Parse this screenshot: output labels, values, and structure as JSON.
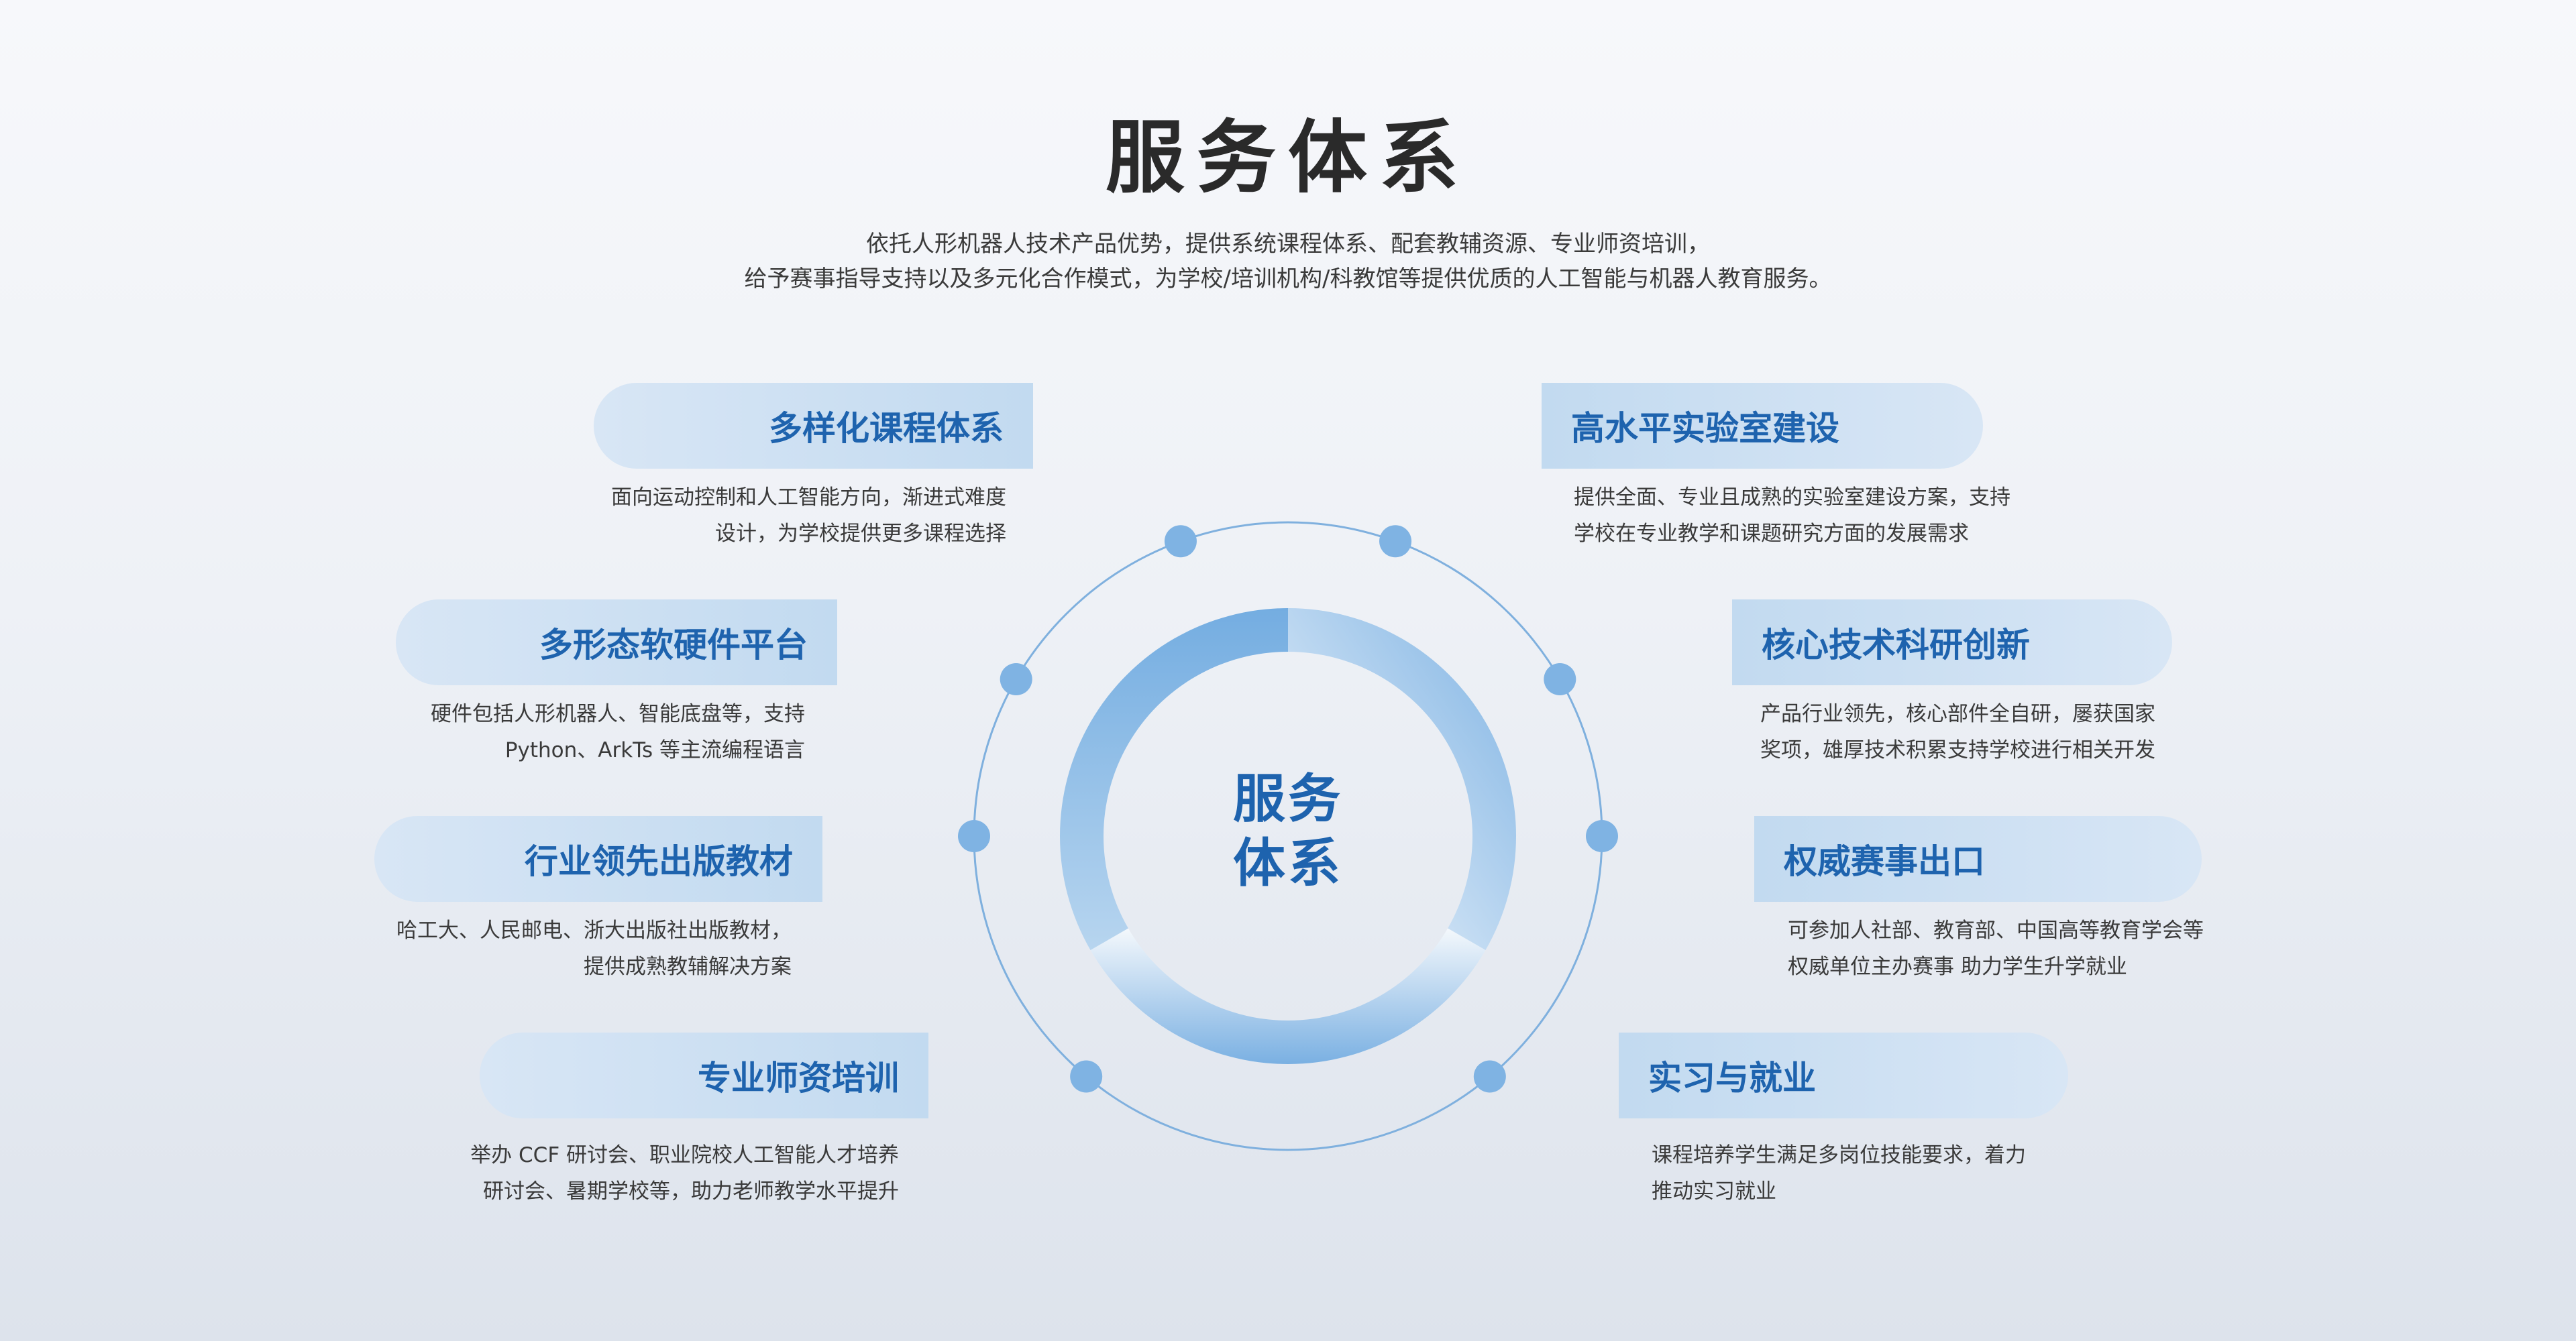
{
  "page": {
    "title": "服务体系",
    "intro": [
      "依托人形机器人技术产品优势，提供系统课程体系、配套教辅资源、专业师资培训，",
      "给予赛事指导支持以及多元化合作模式，为学校/培训机构/科教馆等提供优质的人工智能与机器人教育服务。"
    ]
  },
  "center": {
    "line1": "服务",
    "line2": "体系"
  },
  "services_left": [
    {
      "title": "多样化课程体系",
      "desc": [
        "面向运动控制和人工智能方向，渐进式难度",
        "设计，为学校提供更多课程选择"
      ]
    },
    {
      "title": "多形态软硬件平台",
      "desc": [
        "硬件包括人形机器人、智能底盘等，支持",
        "Python、ArkTs 等主流编程语言"
      ]
    },
    {
      "title": "行业领先出版教材",
      "desc": [
        "哈工大、人民邮电、浙大出版社出版教材，",
        "提供成熟教辅解决方案"
      ]
    },
    {
      "title": "专业师资培训",
      "desc": [
        "举办 CCF 研讨会、职业院校人工智能人才培养",
        "研讨会、暑期学校等，助力老师教学水平提升"
      ]
    }
  ],
  "services_right": [
    {
      "title": "高水平实验室建设",
      "desc": [
        "提供全面、专业且成熟的实验室建设方案，支持",
        "学校在专业教学和课题研究方面的发展需求"
      ]
    },
    {
      "title": "核心技术科研创新",
      "desc": [
        "产品行业领先，核心部件全自研，屡获国家",
        "奖项，雄厚技术积累支持学校进行相关开发"
      ]
    },
    {
      "title": "权威赛事出口",
      "desc": [
        "可参加人社部、教育部、中国高等教育学会等",
        "权威单位主办赛事 助力学生升学就业"
      ]
    },
    {
      "title": "实习与就业",
      "desc": [
        "课程培养学生满足多岗位技能要求，着力",
        "推动实习就业"
      ]
    }
  ],
  "colors": {
    "accent": "#1e63ae",
    "ring_outline": "#7fb0de",
    "dot": "#7fb3e3",
    "pill_light": "#d8e6f5",
    "pill_dark": "#c2daf0"
  }
}
